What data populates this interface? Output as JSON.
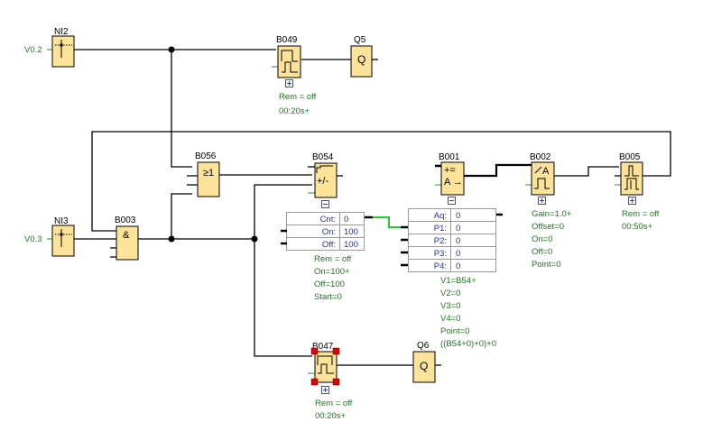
{
  "inputs": {
    "ni2": {
      "name": "NI2",
      "address": "V0.2"
    },
    "ni3": {
      "name": "NI3",
      "address": "V0.3"
    }
  },
  "blocks": {
    "b049": {
      "name": "B049",
      "params": [
        "Rem = off",
        "00:20s+"
      ],
      "expander": "+"
    },
    "q5": {
      "name": "Q5",
      "symbol": "Q"
    },
    "b056": {
      "name": "B056",
      "symbol": "≥1"
    },
    "b003": {
      "name": "B003",
      "symbol": "&"
    },
    "b054": {
      "name": "B054",
      "symbol": "+/-",
      "expander": "−",
      "table": [
        {
          "label": "Cnt:",
          "value": "0"
        },
        {
          "label": "On:",
          "value": "100"
        },
        {
          "label": "Off:",
          "value": "100"
        }
      ],
      "params": [
        "Rem = off",
        "On=100+",
        "Off=100",
        "Start=0"
      ]
    },
    "b001": {
      "name": "B001",
      "symbol_top": "+=",
      "symbol_bottom": "A →",
      "expander": "−",
      "table": [
        {
          "label": "Aq:",
          "value": "0"
        },
        {
          "label": "P1:",
          "value": "0"
        },
        {
          "label": "P2:",
          "value": "0"
        },
        {
          "label": "P3:",
          "value": "0"
        },
        {
          "label": "P4:",
          "value": "0"
        }
      ],
      "params": [
        "V1=B54+",
        "V2=0",
        "V3=0",
        "V4=0",
        "Point=0",
        "((B54+0)+0)+0"
      ]
    },
    "b002": {
      "name": "B002",
      "symbol": "A",
      "expander": "+",
      "params": [
        "Gain=1.0+",
        "Offset=0",
        "On=0",
        "Off=0",
        "Point=0"
      ]
    },
    "b005": {
      "name": "B005",
      "expander": "+",
      "params": [
        "Rem = off",
        "00:50s+"
      ]
    },
    "b047": {
      "name": "B047",
      "expander": "+",
      "params": [
        "Rem = off",
        "00:20s+"
      ]
    },
    "q6": {
      "name": "Q6",
      "symbol": "Q"
    }
  },
  "colors": {
    "block_fill": "#fde39a",
    "param_text": "#1f7a1f",
    "table_text": "#2233aa",
    "analog_wire": "#22cc33",
    "selection": "#e00000"
  }
}
